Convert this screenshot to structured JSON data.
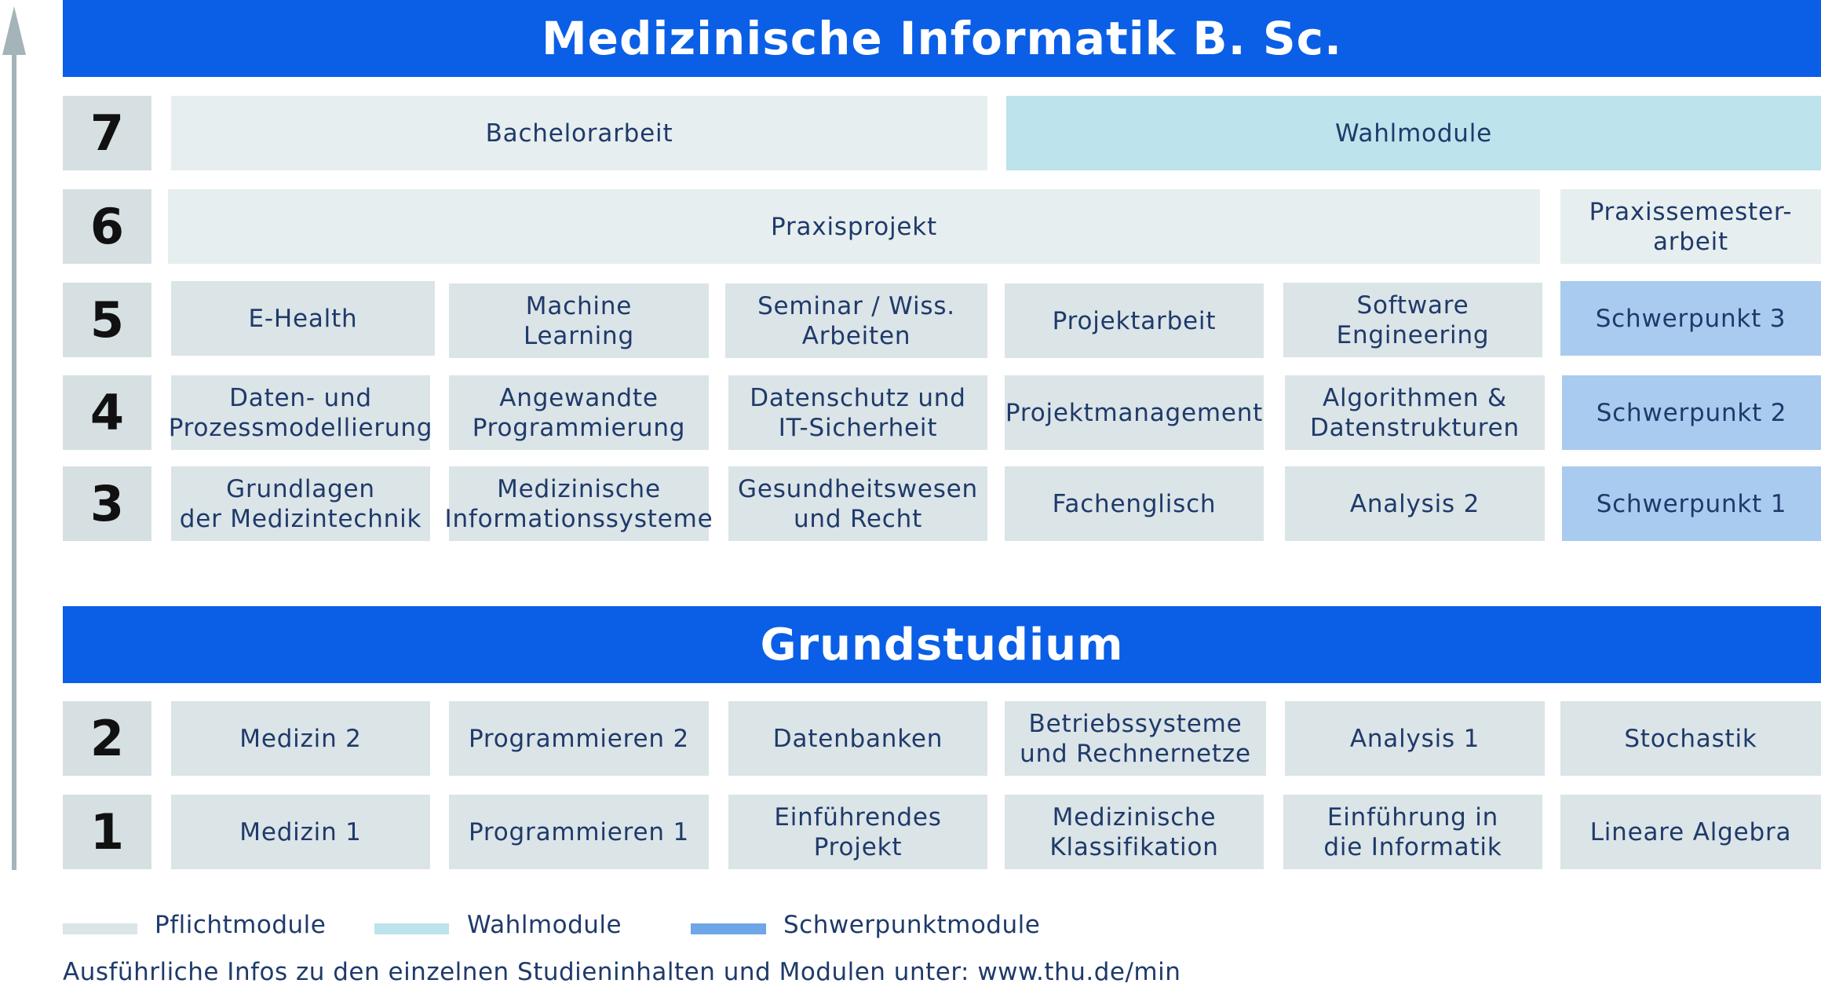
{
  "title": "Medizinische Informatik B. Sc.",
  "grund_title": "Grundstudium",
  "semesters": {
    "s7": "7",
    "s6": "6",
    "s5": "5",
    "s4": "4",
    "s3": "3",
    "s2": "2",
    "s1": "1"
  },
  "modules": {
    "s7": {
      "bachelorarbeit": "Bachelorarbeit",
      "wahlmodule": "Wahlmodule"
    },
    "s6": {
      "praxisprojekt": "Praxisprojekt",
      "praxissemester": "Praxissemester-\narbeit"
    },
    "s5": {
      "ehealth": "E-Health",
      "ml": "Machine\nLearning",
      "seminar": "Seminar / Wiss.\nArbeiten",
      "projektarbeit": "Projektarbeit",
      "software": "Software\nEngineering",
      "schwerpunkt": "Schwerpunkt 3"
    },
    "s4": {
      "daten": "Daten- und\nProzessmodellierung",
      "angewandte": "Angewandte\nProgrammierung",
      "datenschutz": "Datenschutz und\nIT-Sicherheit",
      "projektmanagement": "Projektmanagement",
      "algorithmen": "Algorithmen &\nDatenstrukturen",
      "schwerpunkt": "Schwerpunkt 2"
    },
    "s3": {
      "grundlagen": "Grundlagen\nder Medizintechnik",
      "medinfo": "Medizinische\nInformationssysteme",
      "gesundheit": "Gesundheitswesen\nund Recht",
      "fachenglisch": "Fachenglisch",
      "analysis2": "Analysis 2",
      "schwerpunkt": "Schwerpunkt 1"
    },
    "s2": {
      "medizin2": "Medizin 2",
      "prog2": "Programmieren 2",
      "datenbanken": "Datenbanken",
      "betriebssysteme": "Betriebssysteme\nund Rechnernetze",
      "analysis1": "Analysis 1",
      "stochastik": "Stochastik"
    },
    "s1": {
      "medizin1": "Medizin 1",
      "prog1": "Programmieren 1",
      "einfuehrendes": "Einführendes\nProjekt",
      "klassifikation": "Medizinische\nKlassifikation",
      "einfuehrung": "Einführung in\ndie Informatik",
      "algebra": "Lineare Algebra"
    }
  },
  "legend": {
    "pflicht": "Pflichtmodule",
    "wahl": "Wahlmodule",
    "schwerpunkt": "Schwerpunktmodule"
  },
  "colors": {
    "banner": "#0a5fe6",
    "pflicht": "#dbe4e7",
    "wahl": "#bde3ec",
    "schwerpunkt": "#a9cbef",
    "arrow": "#a4b4b8",
    "text": "#1f3a6a"
  },
  "footer": "Ausführliche Infos zu den einzelnen Studieninhalten und Modulen unter: www.thu.de/min"
}
